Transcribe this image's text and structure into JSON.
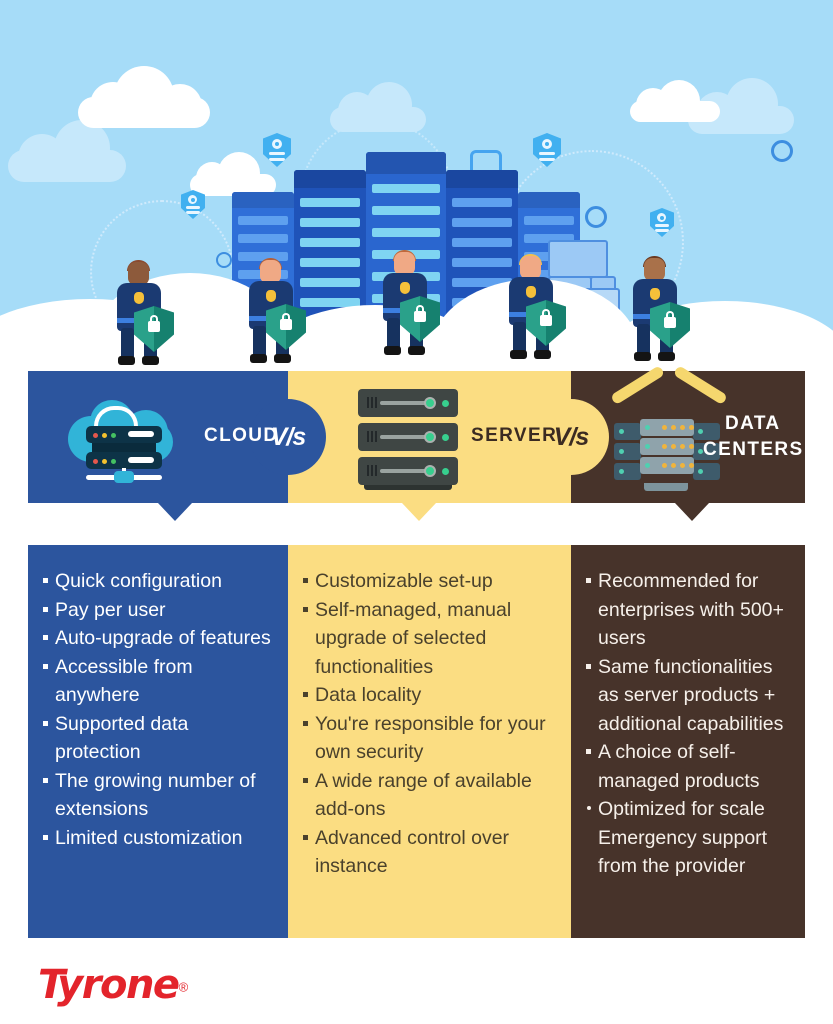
{
  "hero": {
    "alt": "security guards with shields standing in front of blue server racks under a cloudy sky",
    "icons": [
      "user-shield-badge",
      "user-shield-badge",
      "user-shield-badge",
      "gear-icon",
      "gear-icon",
      "gear-icon"
    ]
  },
  "band": {
    "cloud": {
      "label": "CLOUD",
      "icon": "cloud-server-icon",
      "color": "#2c559e"
    },
    "vs1": "V/s",
    "server": {
      "label": "SERVER",
      "icon": "server-rack-icon",
      "color": "#fbdd82"
    },
    "vs2": "V/s",
    "datacenter": {
      "label_line1": "DATA",
      "label_line2": "CENTERS",
      "icon": "data-center-icon",
      "color": "#47332a"
    }
  },
  "columns": [
    {
      "key": "cloud",
      "items": [
        "Quick configuration",
        "Pay per user",
        "Auto-upgrade of features",
        "Accessible from anywhere",
        "Supported data protection",
        "The growing number of extensions",
        "Limited customization"
      ]
    },
    {
      "key": "server",
      "items": [
        "Customizable set-up",
        "Self-managed, manual upgrade of selected  functionalities",
        "Data locality",
        "You're responsible for your own security",
        "A wide range of available add-ons",
        "Advanced control over instance"
      ]
    },
    {
      "key": "datacenters",
      "items": [
        "Recommended for enterprises with 500+ users",
        "Same functionalities as server products + additional capabilities",
        "A choice of self-managed products",
        "Optimized for scale Emergency support from the provider"
      ]
    }
  ],
  "logo": {
    "text": "Tyrone",
    "trademark": "®",
    "color": "#e3242b"
  }
}
